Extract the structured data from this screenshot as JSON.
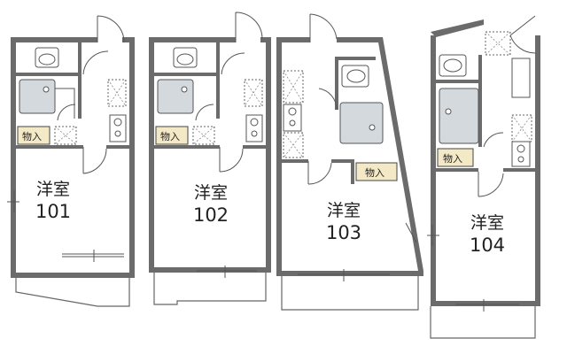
{
  "units": [
    {
      "room_type": "洋室",
      "room_number": "101",
      "storage_label": "物入"
    },
    {
      "room_type": "洋室",
      "room_number": "102",
      "storage_label": "物入"
    },
    {
      "room_type": "洋室",
      "room_number": "103",
      "storage_label": "物入"
    },
    {
      "room_type": "洋室",
      "room_number": "104",
      "storage_label": "物入"
    }
  ],
  "colors": {
    "wall": "#6b6b6b",
    "storage_fill": "#f4e9c6",
    "bath_fill": "#d4d9dd"
  }
}
